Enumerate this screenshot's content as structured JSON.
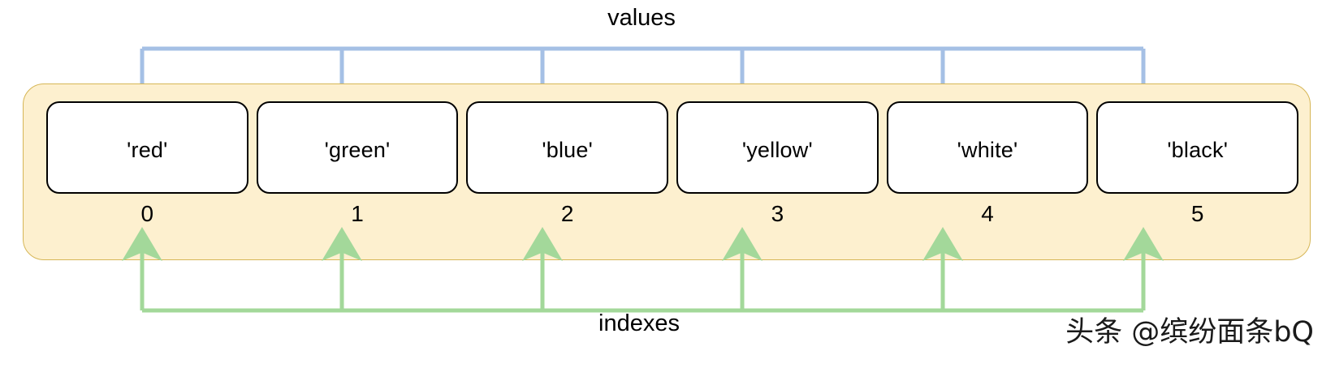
{
  "diagram": {
    "title_top": "values",
    "title_bottom": "indexes",
    "watermark": "头条 @缤纷面条bQ",
    "colors": {
      "container_fill": "#fdf0cf",
      "container_stroke": "#d6b656",
      "cell_fill": "#ffffff",
      "cell_stroke": "#000000",
      "values_arrow": "#a5c0e5",
      "indexes_arrow": "#a3d89a",
      "text": "#000000"
    },
    "cells": [
      {
        "value": "'red'",
        "index": "0"
      },
      {
        "value": "'green'",
        "index": "1"
      },
      {
        "value": "'blue'",
        "index": "2"
      },
      {
        "value": "'yellow'",
        "index": "3"
      },
      {
        "value": "'white'",
        "index": "4"
      },
      {
        "value": "'black'",
        "index": "5"
      }
    ],
    "arrow_x_positions": [
      175,
      421,
      668,
      914,
      1161,
      1408
    ],
    "values_bus_y": 60,
    "values_arrow_tip_y": 156,
    "indexes_bus_y": 383,
    "indexes_arrow_tip_y": 288
  }
}
